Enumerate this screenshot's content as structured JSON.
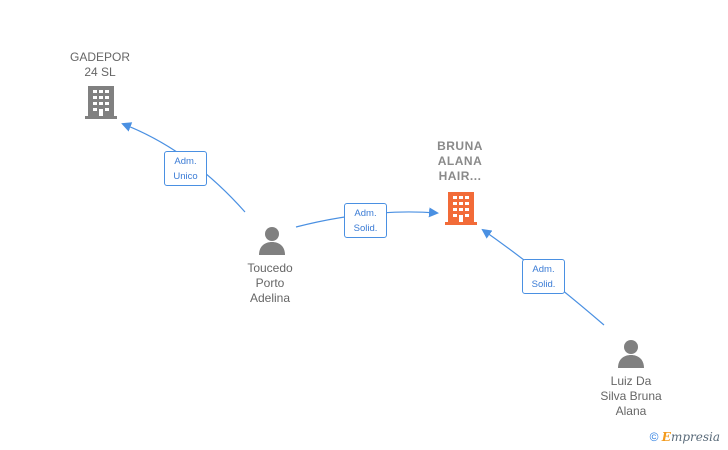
{
  "nodes": {
    "gadepor": {
      "label": "GADEPOR\n24 SL",
      "kind": "company",
      "color": "#808080"
    },
    "bruna": {
      "label": "BRUNA\nALANA\nHAIR...",
      "kind": "company",
      "color": "#f26b38"
    },
    "toucedo": {
      "label": "Toucedo\nPorto\nAdelina",
      "kind": "person",
      "color": "#808080"
    },
    "luiz": {
      "label": "Luiz Da\nSilva Bruna\nAlana",
      "kind": "person",
      "color": "#808080"
    }
  },
  "edges": [
    {
      "from": "toucedo",
      "to": "gadepor",
      "line1": "Adm.",
      "line2": "Unico"
    },
    {
      "from": "toucedo",
      "to": "bruna",
      "line1": "Adm.",
      "line2": "Solid."
    },
    {
      "from": "luiz",
      "to": "bruna",
      "line1": "Adm.",
      "line2": "Solid."
    }
  ],
  "footer": {
    "copyright_symbol": "©",
    "brand_first": "E",
    "brand_rest": "mpresia"
  },
  "colors": {
    "edge": "#4a90e2",
    "company": "#808080",
    "focus_company": "#f26b38",
    "person": "#808080"
  }
}
